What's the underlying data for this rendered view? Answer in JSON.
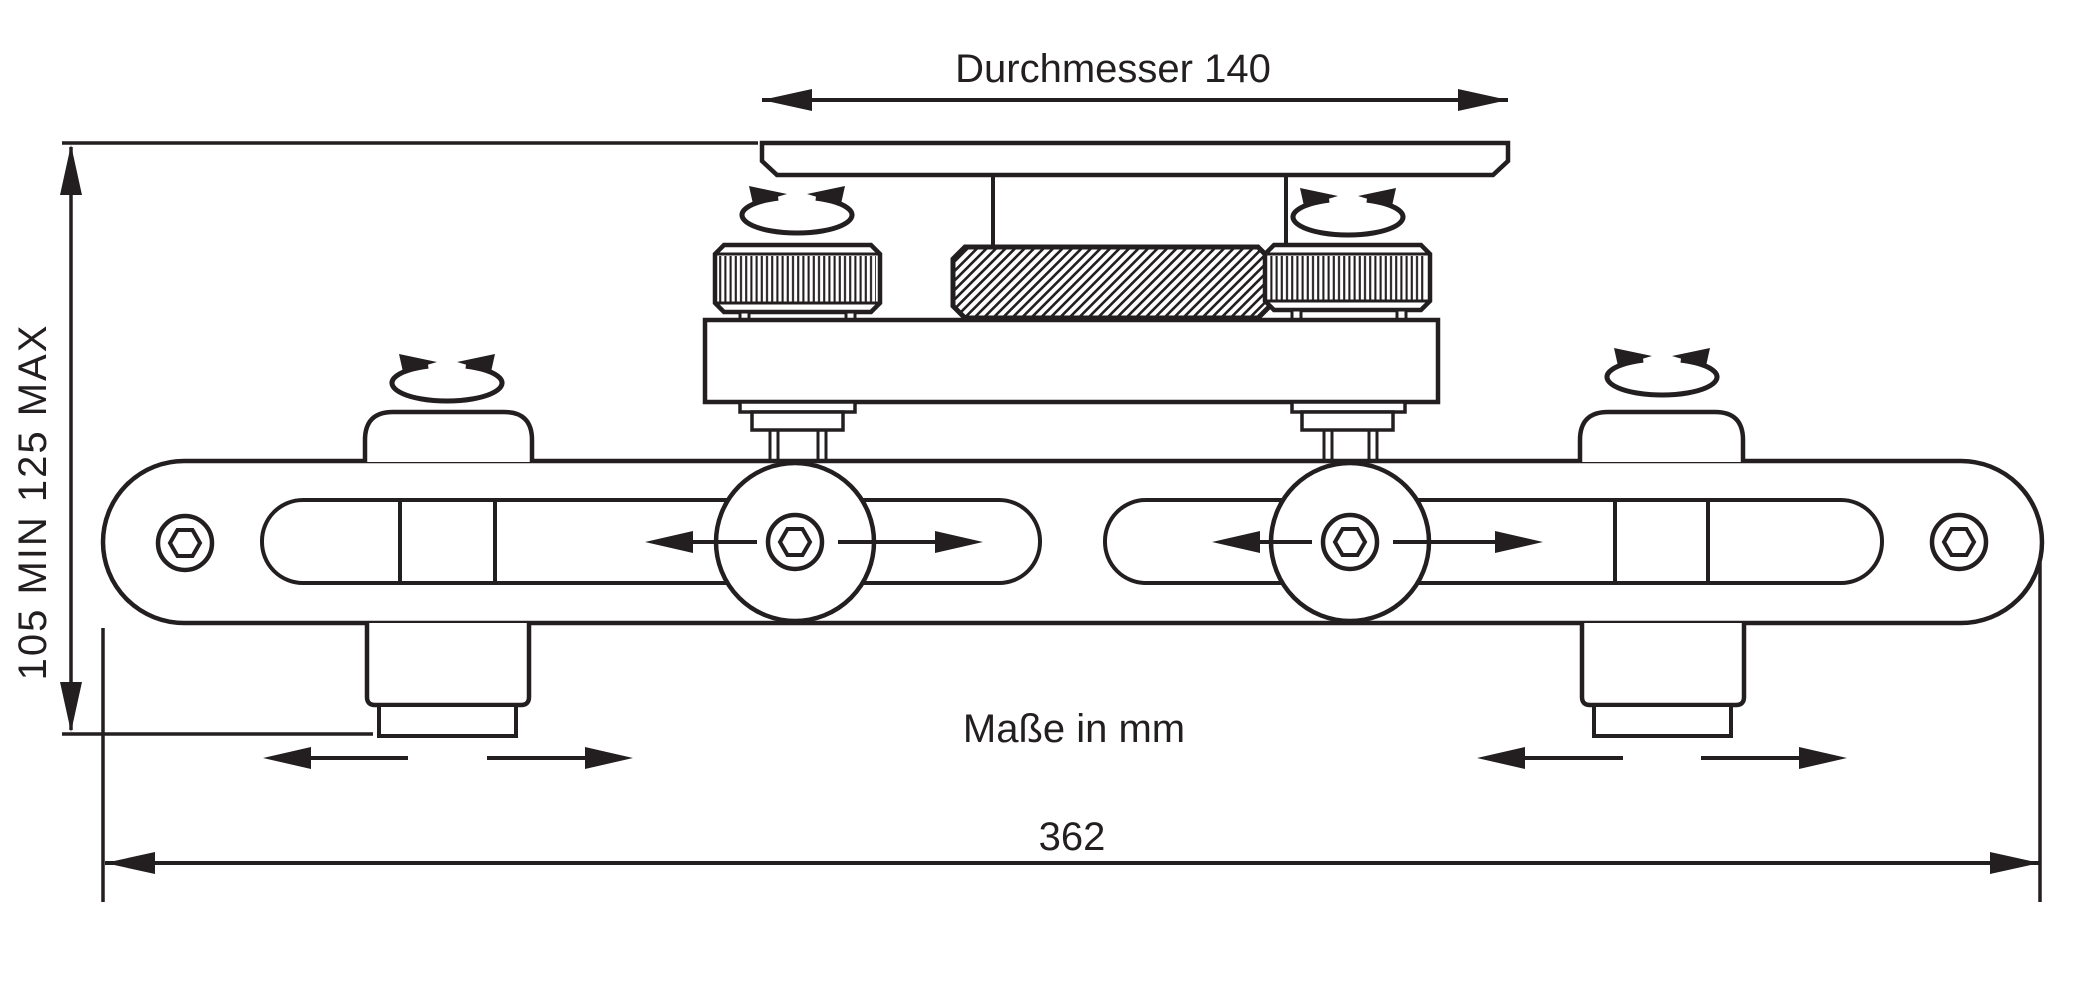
{
  "drawing": {
    "type": "technical-dimension-drawing",
    "labels": {
      "diameter": "Durchmesser 140",
      "height_range": "105 MIN 125 MAX",
      "total_width": "362",
      "units_note": "Maße in mm"
    },
    "dimensions": {
      "plate_diameter_mm": 140,
      "height_min_mm": 105,
      "height_max_mm": 125,
      "total_width_mm": 362,
      "units": "mm"
    },
    "colors": {
      "ink": "#231f20",
      "paper": "#ffffff"
    }
  }
}
